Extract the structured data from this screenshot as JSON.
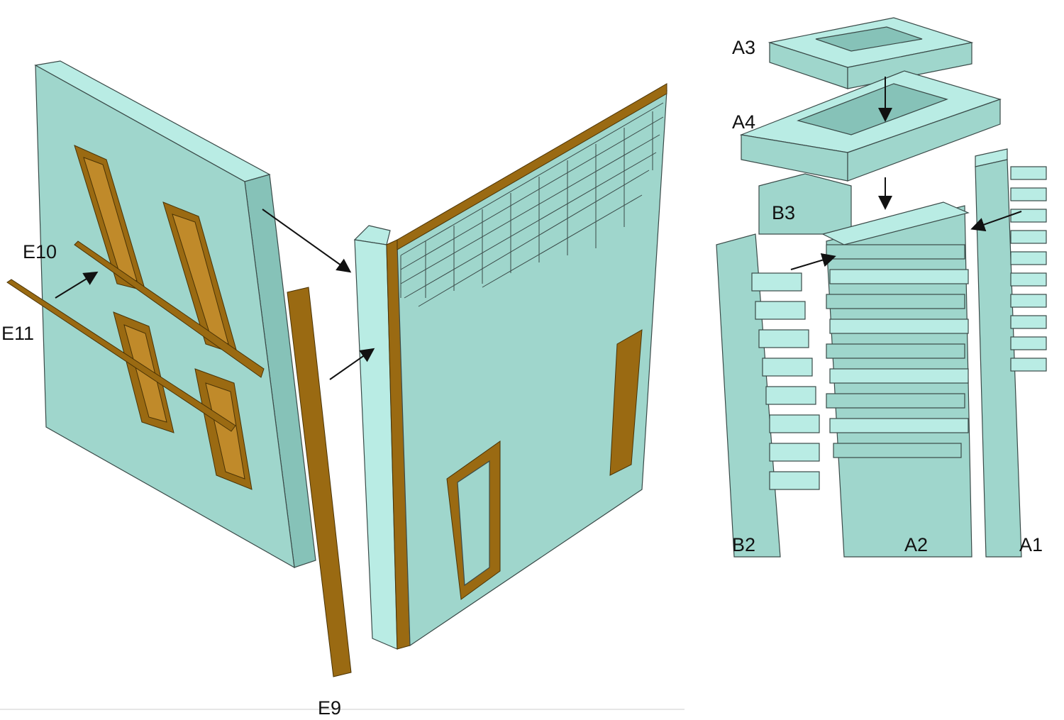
{
  "labels": {
    "e10": "E10",
    "e11": "E11",
    "e9": "E9",
    "a3": "A3",
    "a4": "A4",
    "b3": "B3",
    "b2": "B2",
    "a2": "A2",
    "a1": "A1"
  },
  "colors": {
    "panel": "#9fd6cc",
    "wood": "#9a6a12"
  }
}
